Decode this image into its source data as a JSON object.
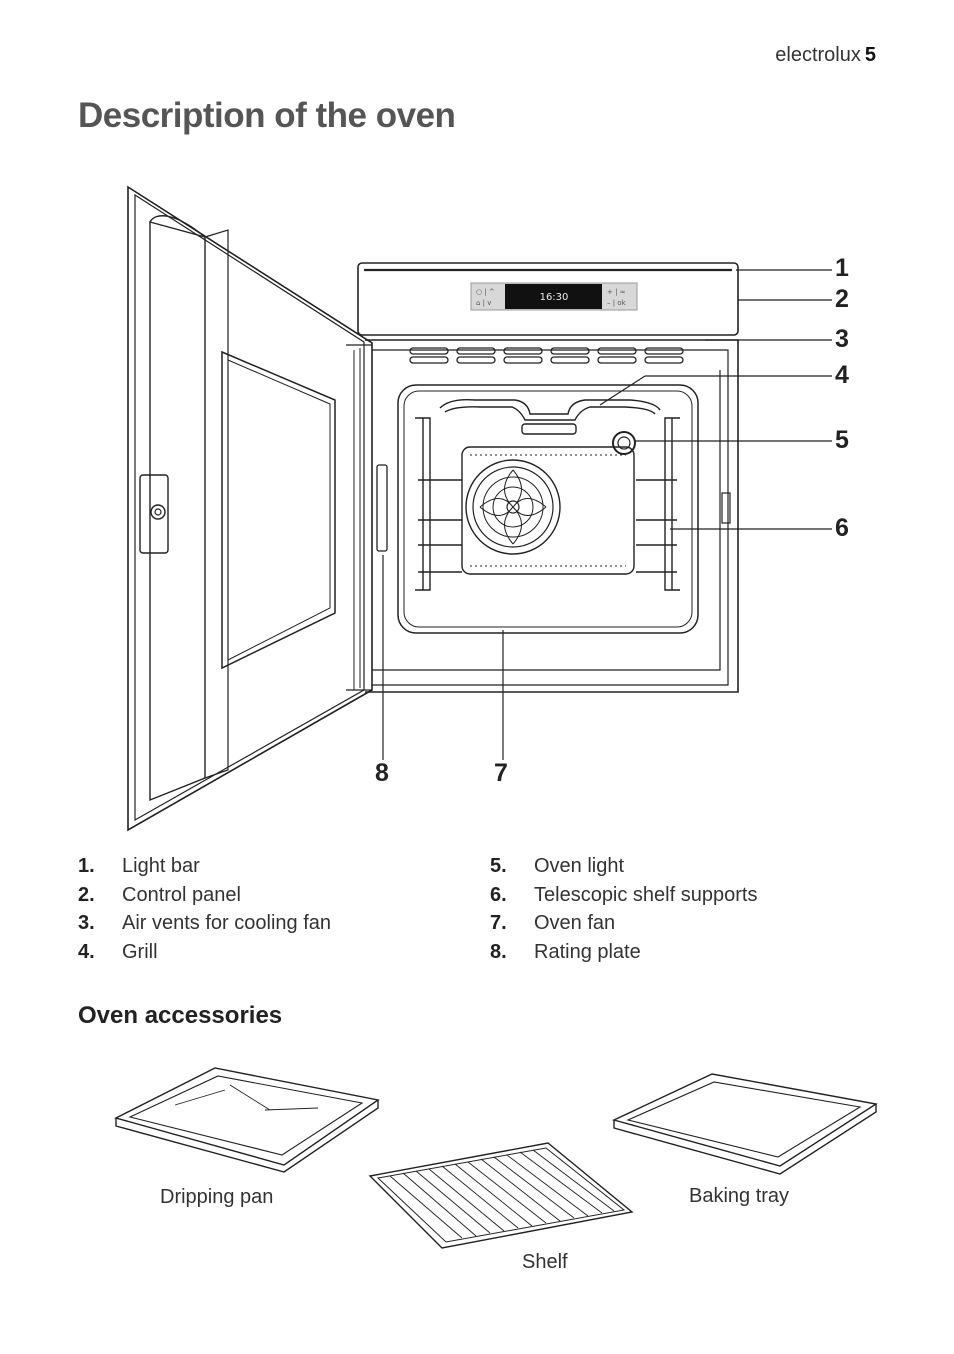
{
  "header": {
    "brand": "electrolux",
    "page": "5"
  },
  "title": "Description of the oven",
  "control_panel": {
    "clock": "16:30"
  },
  "callouts": [
    "1",
    "2",
    "3",
    "4",
    "5",
    "6",
    "7",
    "8"
  ],
  "legend": [
    {
      "num": "1.",
      "label": "Light bar"
    },
    {
      "num": "2.",
      "label": "Control panel"
    },
    {
      "num": "3.",
      "label": "Air vents for cooling fan"
    },
    {
      "num": "4.",
      "label": "Grill"
    },
    {
      "num": "5.",
      "label": "Oven light"
    },
    {
      "num": "6.",
      "label": "Telescopic shelf supports"
    },
    {
      "num": "7.",
      "label": "Oven fan"
    },
    {
      "num": "8.",
      "label": "Rating plate"
    }
  ],
  "accessories": {
    "heading": "Oven accessories",
    "items": [
      "Dripping pan",
      "Shelf",
      "Baking tray"
    ]
  }
}
